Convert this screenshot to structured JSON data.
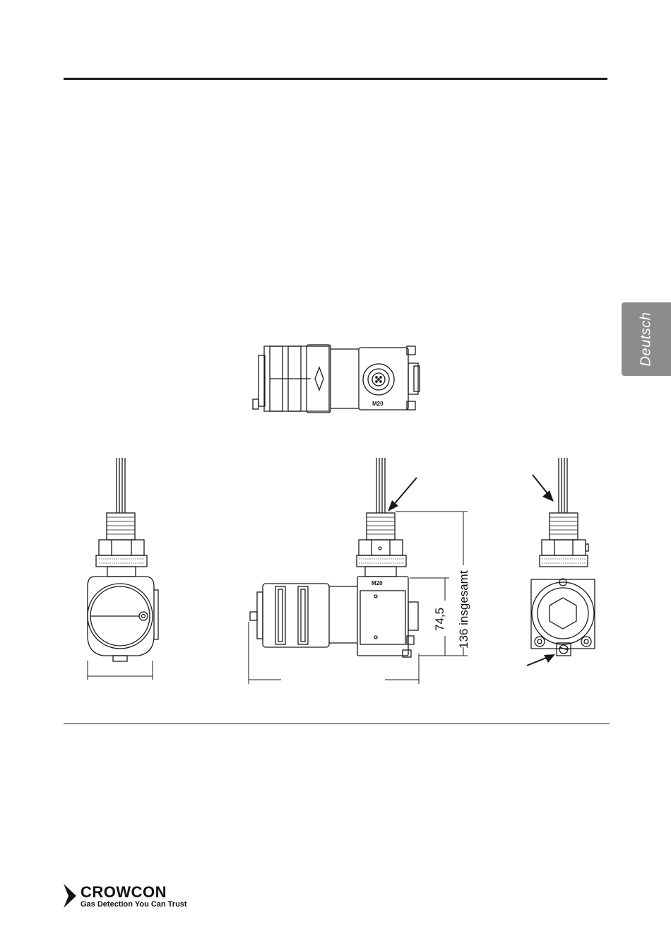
{
  "language_tab": "Deutsch",
  "drawing": {
    "thread_label": "M20",
    "dim_height": "74,5",
    "dim_overall": "136 insgesamt"
  },
  "footer": {
    "brand_name": "CROWCON",
    "tagline": "Gas Detection You Can Trust"
  }
}
